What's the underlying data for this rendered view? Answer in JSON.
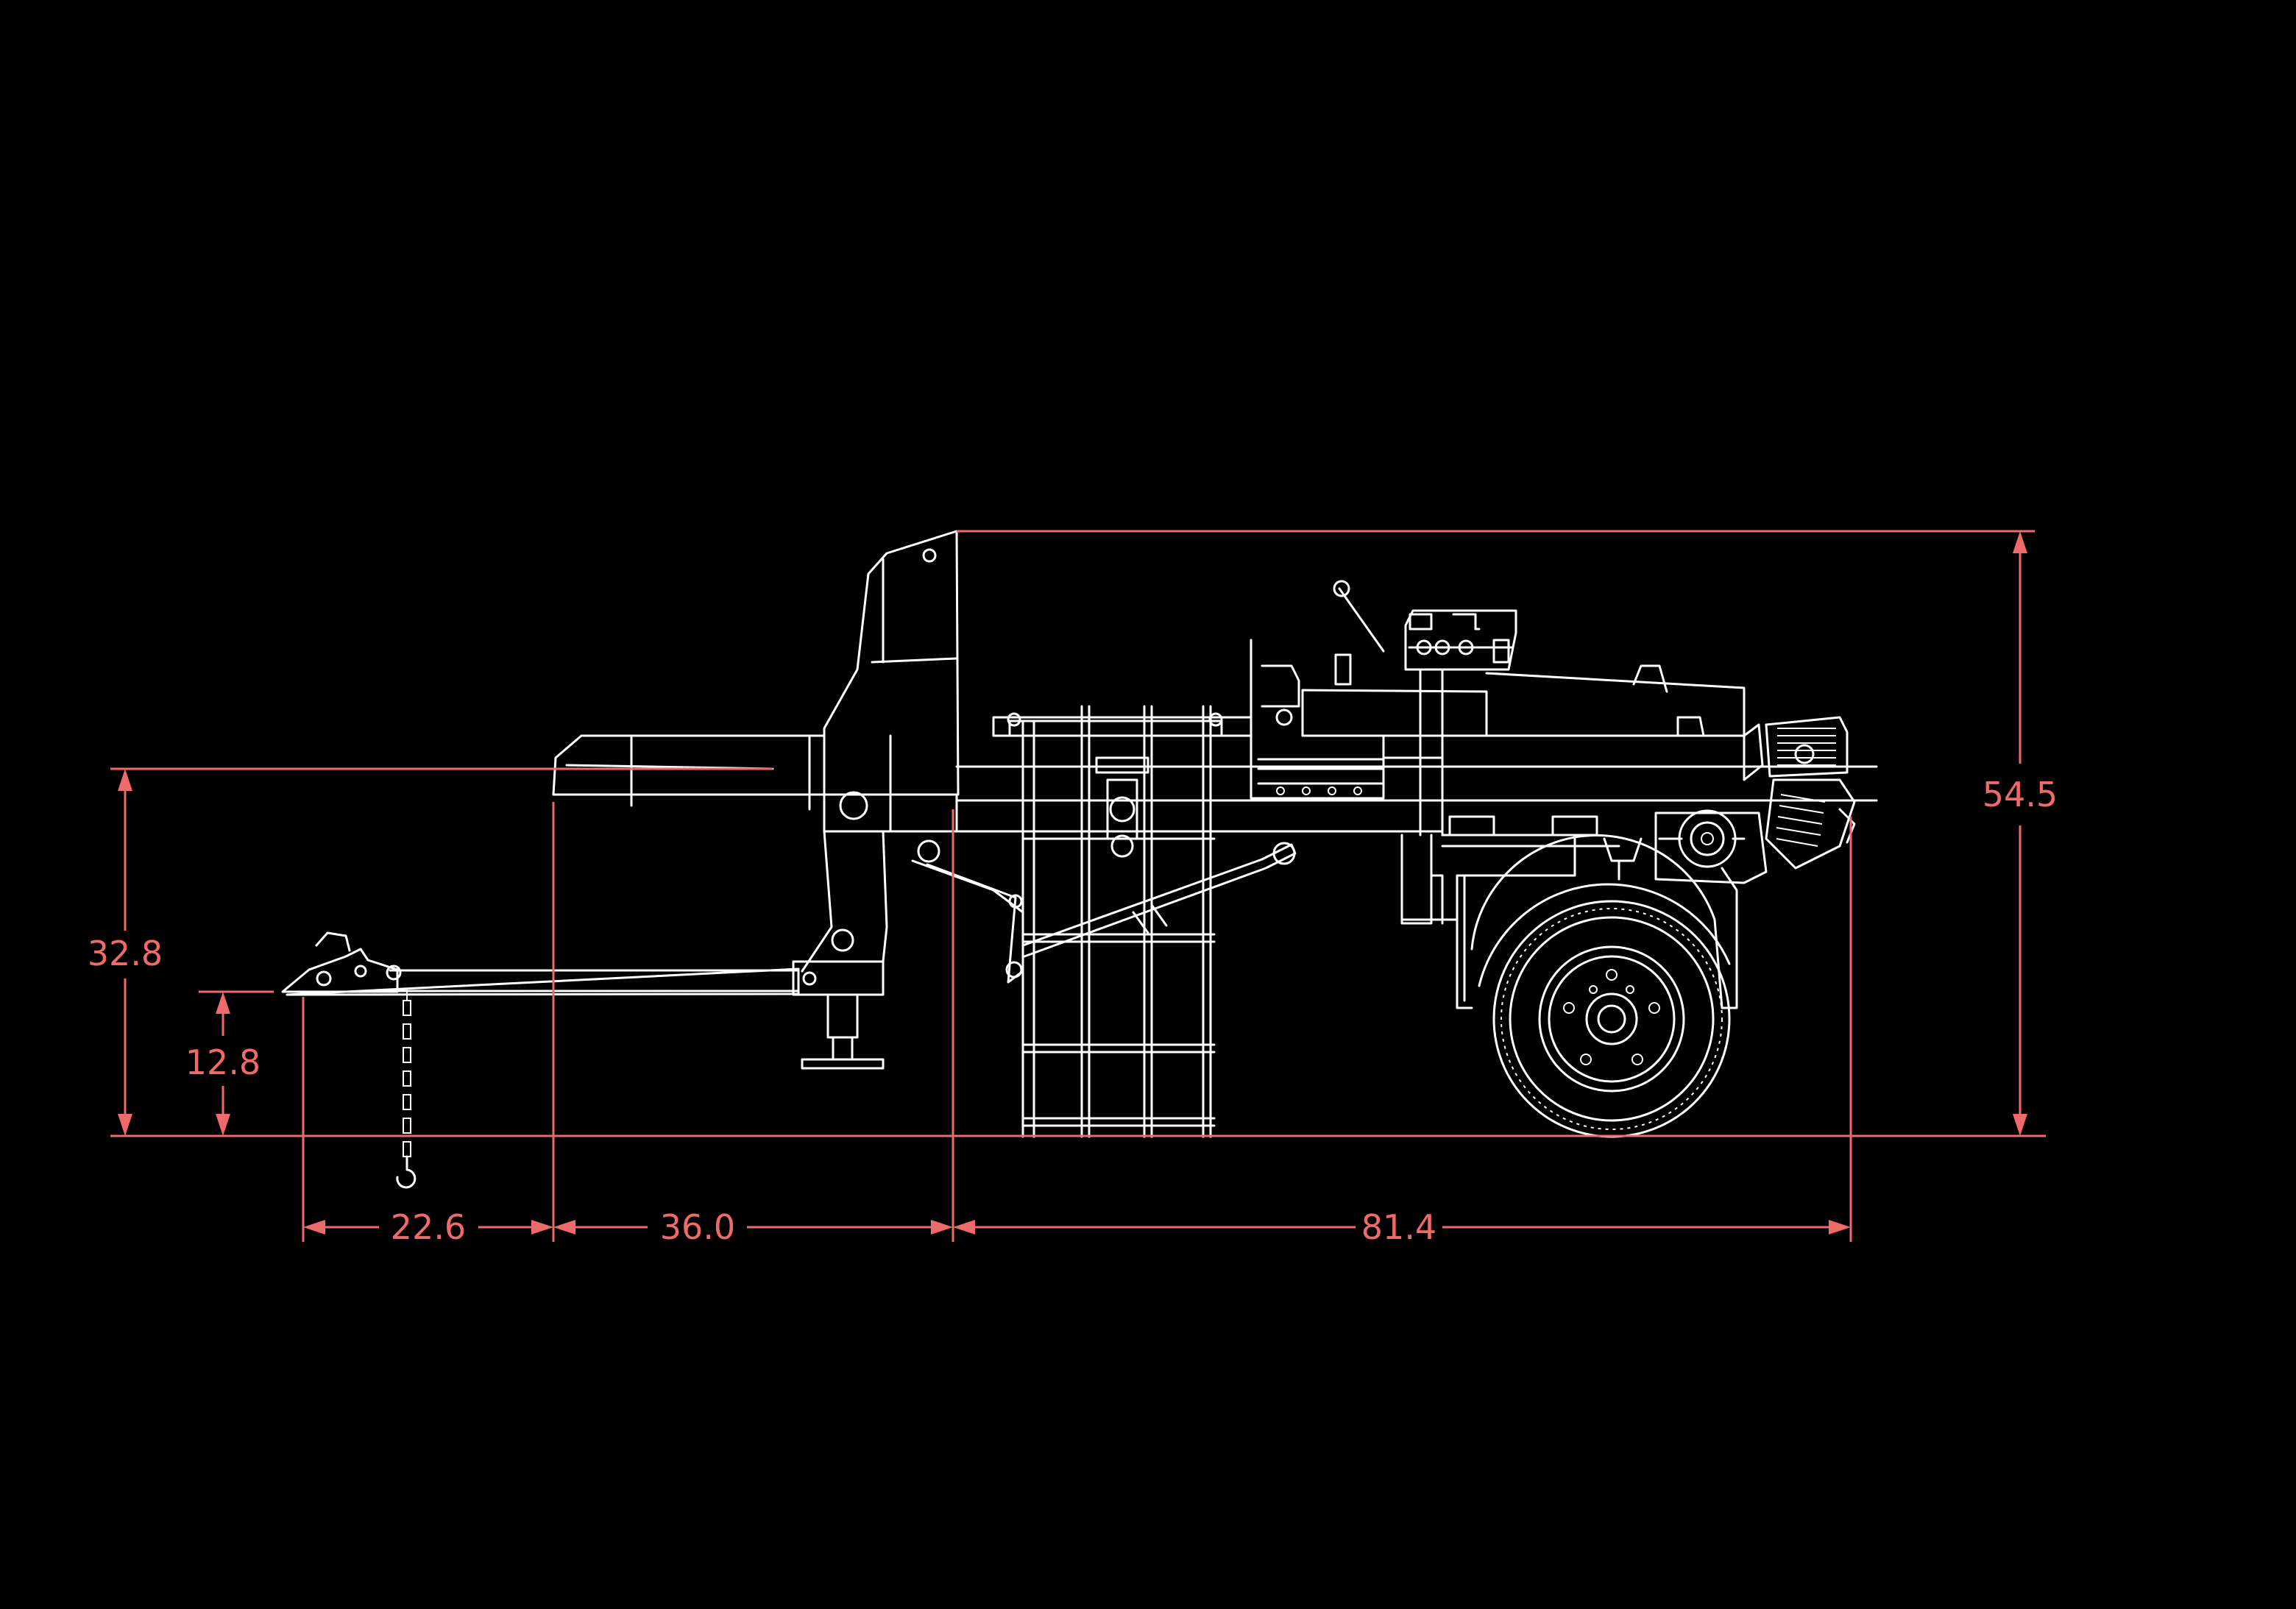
{
  "colors": {
    "background": "#000000",
    "linework": "#ffffff",
    "dimension": "#ef6a6a"
  },
  "dimensions": {
    "overall_height": "54.5",
    "beam_height": "32.8",
    "hitch_height": "12.8",
    "hitch_to_beam": "22.6",
    "beam_to_frame": "36.0",
    "frame_length": "81.4"
  }
}
